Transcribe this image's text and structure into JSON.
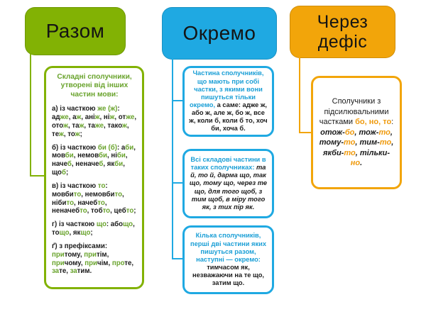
{
  "columns": [
    {
      "header": "Разом",
      "accent": "#82B204",
      "text_accent": "#69A32C",
      "boxes": [
        {
          "paragraphs": [
            {
              "class": "head",
              "segments": [
                {
                  "t": "Складні сполучники, утворені від інших частин мови:",
                  "s": "hl"
                }
              ]
            },
            {
              "segments": [
                {
                  "t": "а) із часткою "
                },
                {
                  "t": "же (ж)",
                  "s": "hl"
                },
                {
                  "t": ": ад"
                },
                {
                  "t": "же",
                  "s": "hl"
                },
                {
                  "t": ", а"
                },
                {
                  "t": "ж",
                  "s": "hl"
                },
                {
                  "t": ", ані"
                },
                {
                  "t": "ж",
                  "s": "hl"
                },
                {
                  "t": ", ні"
                },
                {
                  "t": "ж",
                  "s": "hl"
                },
                {
                  "t": ", от"
                },
                {
                  "t": "же",
                  "s": "hl"
                },
                {
                  "t": ", ото"
                },
                {
                  "t": "ж",
                  "s": "hl"
                },
                {
                  "t": ", та"
                },
                {
                  "t": "ж",
                  "s": "hl"
                },
                {
                  "t": ", та"
                },
                {
                  "t": "же",
                  "s": "hl"
                },
                {
                  "t": ", тако"
                },
                {
                  "t": "ж",
                  "s": "hl"
                },
                {
                  "t": ", те"
                },
                {
                  "t": "ж",
                  "s": "hl"
                },
                {
                  "t": ", то"
                },
                {
                  "t": "ж",
                  "s": "hl"
                },
                {
                  "t": ";"
                }
              ]
            },
            {
              "segments": [
                {
                  "t": "б) із часткою "
                },
                {
                  "t": "би (б)",
                  "s": "hl"
                },
                {
                  "t": ": а"
                },
                {
                  "t": "би",
                  "s": "hl"
                },
                {
                  "t": ", мов"
                },
                {
                  "t": "би",
                  "s": "hl"
                },
                {
                  "t": ", немов"
                },
                {
                  "t": "би",
                  "s": "hl"
                },
                {
                  "t": ", ні"
                },
                {
                  "t": "би",
                  "s": "hl"
                },
                {
                  "t": ", наче"
                },
                {
                  "t": "б",
                  "s": "hl"
                },
                {
                  "t": ", неначе"
                },
                {
                  "t": "б",
                  "s": "hl"
                },
                {
                  "t": ", як"
                },
                {
                  "t": "би",
                  "s": "hl"
                },
                {
                  "t": ", що"
                },
                {
                  "t": "б",
                  "s": "hl"
                },
                {
                  "t": ";"
                }
              ]
            },
            {
              "segments": [
                {
                  "t": "в) із часткою "
                },
                {
                  "t": "то",
                  "s": "hl"
                },
                {
                  "t": ": мовби"
                },
                {
                  "t": "то",
                  "s": "hl"
                },
                {
                  "t": ", немовби"
                },
                {
                  "t": "то",
                  "s": "hl"
                },
                {
                  "t": ", ніби"
                },
                {
                  "t": "то",
                  "s": "hl"
                },
                {
                  "t": ", начеб"
                },
                {
                  "t": "то",
                  "s": "hl"
                },
                {
                  "t": ", неначеб"
                },
                {
                  "t": "то",
                  "s": "hl"
                },
                {
                  "t": ", тоб"
                },
                {
                  "t": "то",
                  "s": "hl"
                },
                {
                  "t": ", цеб"
                },
                {
                  "t": "то",
                  "s": "hl"
                },
                {
                  "t": ";"
                }
              ]
            },
            {
              "segments": [
                {
                  "t": "г) із часткою "
                },
                {
                  "t": "що",
                  "s": "hl"
                },
                {
                  "t": ": або"
                },
                {
                  "t": "що",
                  "s": "hl"
                },
                {
                  "t": ", то"
                },
                {
                  "t": "що",
                  "s": "hl"
                },
                {
                  "t": ", як"
                },
                {
                  "t": "що",
                  "s": "hl"
                },
                {
                  "t": ";"
                }
              ]
            },
            {
              "segments": [
                {
                  "t": "ґ) з префіксами: "
                },
                {
                  "t": "при",
                  "s": "hl"
                },
                {
                  "t": "тому, "
                },
                {
                  "t": "при",
                  "s": "hl"
                },
                {
                  "t": "тім, "
                },
                {
                  "t": "при",
                  "s": "hl"
                },
                {
                  "t": "чому, "
                },
                {
                  "t": "при",
                  "s": "hl"
                },
                {
                  "t": "чім, "
                },
                {
                  "t": "про",
                  "s": "hl"
                },
                {
                  "t": "те, "
                },
                {
                  "t": "за",
                  "s": "hl"
                },
                {
                  "t": "те, "
                },
                {
                  "t": "за",
                  "s": "hl"
                },
                {
                  "t": "тим."
                }
              ]
            }
          ]
        }
      ]
    },
    {
      "header": "Окремо",
      "accent": "#1FA9E2",
      "text_accent": "#1B9FD6",
      "boxes": [
        {
          "paragraphs": [
            {
              "segments": [
                {
                  "t": "Частина сполучників, що мають при собі частки, з якими вони пишуться тільки окремо,",
                  "s": "hl"
                },
                {
                  "t": " а саме: адже ж, або ж, але ж, бо ж, все ж, коли б, коли б то, хоч би, хоча б."
                }
              ]
            }
          ]
        },
        {
          "paragraphs": [
            {
              "segments": [
                {
                  "t": "Всі складові частини в таких сполучниках: ",
                  "s": "hl"
                },
                {
                  "t": "та й, то й, дарма що, так що, тому що, через те що, для того щоб, з тим щоб, в міру того як, з тих пір як.",
                  "s": "i"
                }
              ]
            }
          ]
        },
        {
          "paragraphs": [
            {
              "segments": [
                {
                  "t": "Кілька сполучників, перші дві частини яких пишуться разом, наступні — окремо: ",
                  "s": "hl"
                },
                {
                  "t": "тимчасом як, незважаючи на те що, затим що."
                }
              ]
            }
          ]
        }
      ]
    },
    {
      "header": "Через дефіс",
      "accent": "#F2A50A",
      "text_accent": "#EF9A0D",
      "boxes": [
        {
          "paragraphs": [
            {
              "segments": [
                {
                  "t": "Сполучники з підсилювальними частками ",
                  "s": "plain"
                },
                {
                  "t": "бо, но, то",
                  "s": "hl"
                },
                {
                  "t": ": ",
                  "s": "plain"
                },
                {
                  "t": "отож-",
                  "s": "i"
                },
                {
                  "t": "бо",
                  "s": "hl-i"
                },
                {
                  "t": ", ",
                  "s": "i"
                },
                {
                  "t": "тож-",
                  "s": "i"
                },
                {
                  "t": "то",
                  "s": "hl-i"
                },
                {
                  "t": ", ",
                  "s": "i"
                },
                {
                  "t": "тому-",
                  "s": "i"
                },
                {
                  "t": "то",
                  "s": "hl-i"
                },
                {
                  "t": ", ",
                  "s": "i"
                },
                {
                  "t": "тим-",
                  "s": "i"
                },
                {
                  "t": "то",
                  "s": "hl-i"
                },
                {
                  "t": ", ",
                  "s": "i"
                },
                {
                  "t": "якби-",
                  "s": "i"
                },
                {
                  "t": "то",
                  "s": "hl-i"
                },
                {
                  "t": ", ",
                  "s": "i"
                },
                {
                  "t": "тільки-",
                  "s": "i"
                },
                {
                  "t": "но",
                  "s": "hl-i"
                },
                {
                  "t": ".",
                  "s": "i"
                }
              ]
            }
          ]
        }
      ]
    }
  ]
}
